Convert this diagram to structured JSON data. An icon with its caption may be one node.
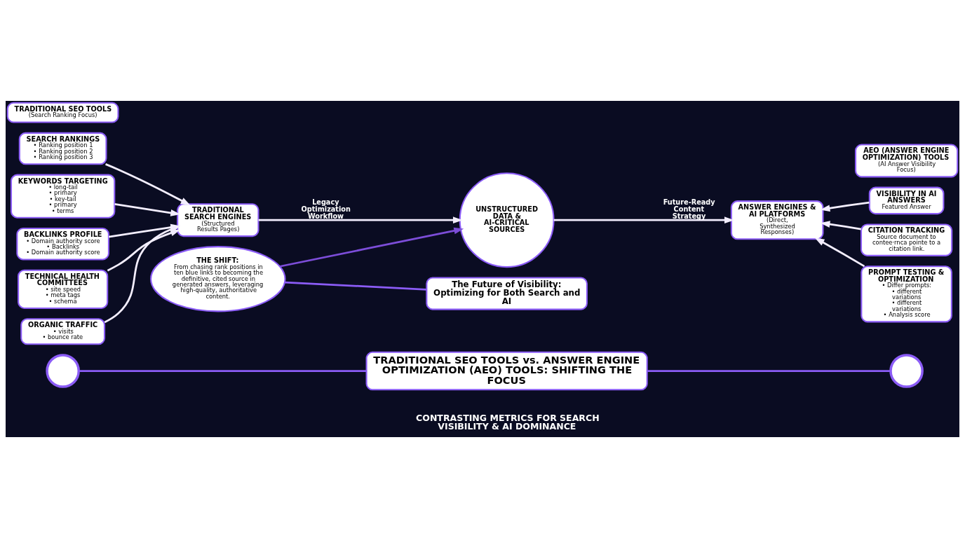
{
  "diagram": {
    "nodes": [
      {
        "text": [],
        "shape": "circle"
      },
      {
        "text": [
          "TRADITIONAL SEO TOOLS vs. ANSWER ENGINE OPTIMIZATION (AEO) TOOLS: SHIFTING THE FOCUS"
        ]
      },
      {
        "text": [],
        "shape": "circle"
      },
      {
        "text": [
          "TRADITIONAL SEO TOOLS",
          "(Search Ranking Focus)"
        ]
      },
      {
        "text": [
          "SEARCH RANKINGS",
          "• Ranking position 1",
          "• Ranking position 2",
          "• Ranking position 3"
        ]
      },
      {
        "text": [
          "KEYWORDS TARGETING",
          "• long-tail",
          "• primary",
          "• key-tail",
          "• primary",
          "• terms"
        ]
      },
      {
        "text": [
          "BACKLINKS PROFILE",
          "• Domain authority score",
          "• Backlinks",
          "• Domain authority score"
        ]
      },
      {
        "text": [
          "TECHNICAL HEALTH COMMITTEES",
          "• site speed",
          "• meta tags",
          "• schema"
        ]
      },
      {
        "text": [
          "ORGANIC TRAFFIC",
          "• visits",
          "• bounce rate"
        ]
      },
      {
        "text": [
          "TRADITIONAL SEARCH ENGINES",
          "(Structured Results Pages)"
        ]
      },
      {
        "text": [
          "UNSTRUCTURED DATA & AI-CRITICAL SOURCES"
        ]
      },
      {
        "text": [
          "THE SHIFT:",
          "From chasing rank positions in ten blue links to becoming the definitive, cited source in generated answers, leveraging high-quality, authoritative content."
        ]
      },
      {
        "text": [
          "ANSWER ENGINES & AI PLATFORMS",
          "(Direct, Synthesized Responses)"
        ]
      },
      {
        "text": [
          "AEO (ANSWER ENGINE OPTIMIZATION) TOOLS",
          "(AI Answer Visibility Focus)"
        ]
      },
      {
        "text": [
          "VISIBILITY IN AI ANSWERS",
          "Featured Answer"
        ]
      },
      {
        "text": [
          "CITATION TRACKING",
          "Source document to contee·rnca pointe to a citation link."
        ]
      },
      {
        "text": [
          "PROMPT TESTING & OPTIMIZATION",
          "• Differ prompts:",
          "• different variations",
          "• different variations",
          "• Analysis score"
        ]
      },
      {
        "text": [
          "The Future of Visibility: Optimizing for Both Search and AI"
        ]
      }
    ],
    "edges": [
      {
        "from": 0,
        "to": 1,
        "arrow": "none",
        "color": "#8b5cf6"
      },
      {
        "from": 1,
        "to": 2,
        "arrow": "none",
        "color": "#8b5cf6"
      },
      {
        "from": 4,
        "to": 9,
        "arrow": "to"
      },
      {
        "from": 5,
        "to": 9,
        "arrow": "to"
      },
      {
        "from": 6,
        "to": 9,
        "arrow": "to"
      },
      {
        "from": 7,
        "to": 9,
        "arrow": "to"
      },
      {
        "from": 8,
        "to": 9,
        "arrow": "to"
      },
      {
        "from": 9,
        "to": 10,
        "arrow": "to",
        "label": "Legacy Optimization Workflow"
      },
      {
        "from": 10,
        "to": 12,
        "arrow": "to",
        "label": "Future-Ready Content Strategy"
      },
      {
        "from": 14,
        "to": 12,
        "arrow": "to"
      },
      {
        "from": 15,
        "to": 12,
        "arrow": "to"
      },
      {
        "from": 16,
        "to": 12,
        "arrow": "to"
      },
      {
        "from": 11,
        "to": 10,
        "arrow": "to",
        "color": "#7c4dd8"
      },
      {
        "from": 11,
        "to": 17,
        "arrow": "none",
        "color": "#8b5cf6"
      }
    ],
    "labels": [
      "CONTRASTING METRICS FOR SEARCH VISIBILITY & AI DOMINANCE"
    ]
  }
}
